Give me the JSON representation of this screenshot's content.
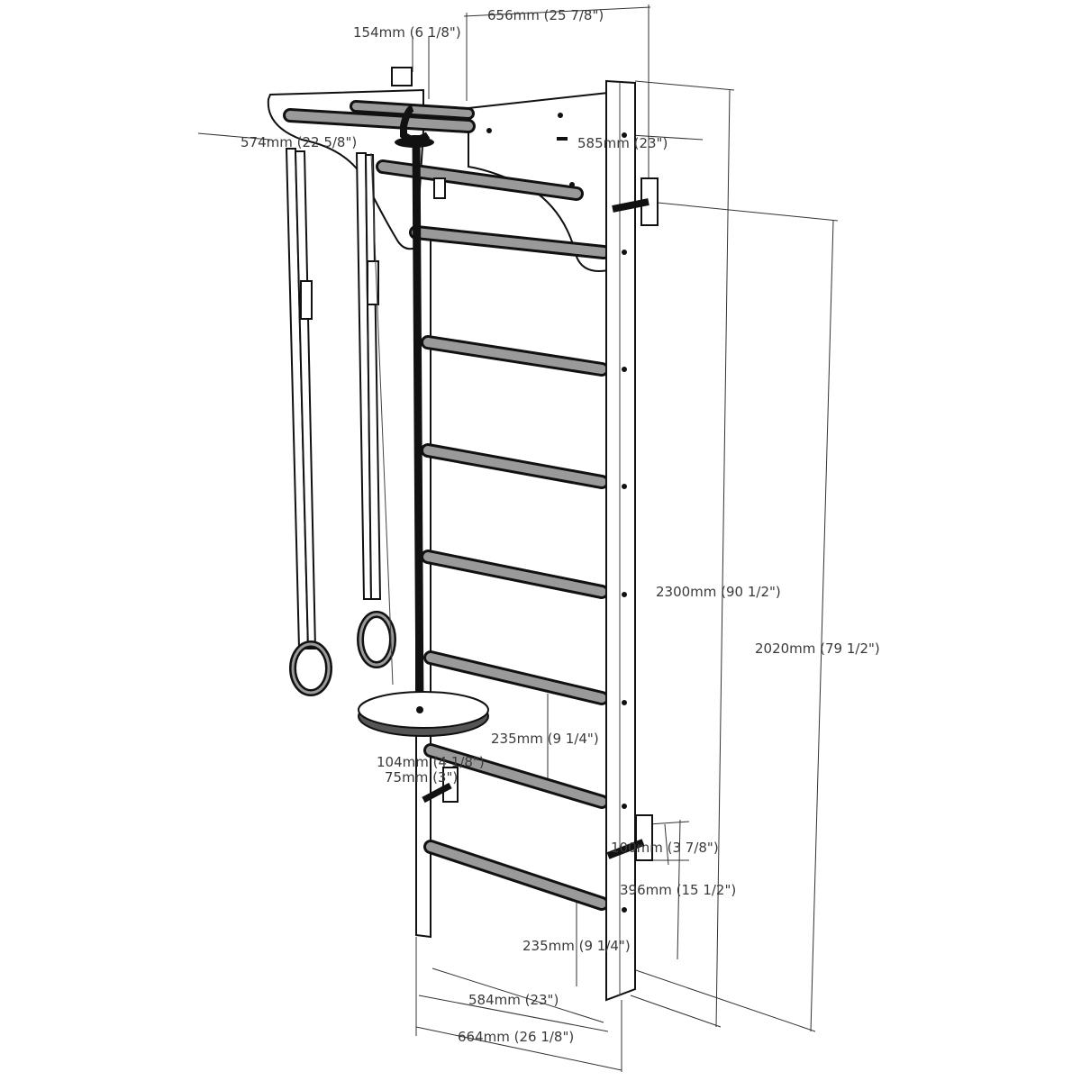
{
  "dimensions": {
    "d154": "154mm (6 1/8\")",
    "d656": "656mm (25 7/8\")",
    "d574": "574mm (22 5/8\")",
    "d585": "585mm (23\")",
    "d2300": "2300mm (90 1/2\")",
    "d2020": "2020mm (79 1/2\")",
    "d235_upper": "235mm (9 1/4\")",
    "d104": "104mm (4 1/8\")",
    "d75": "75mm (3\")",
    "d100": "100mm (3 7/8\")",
    "d396": "396mm (15 1/2\")",
    "d235_lower": "235mm (9 1/4\")",
    "d584": "584mm (23\")",
    "d664": "664mm (26 1/8\")"
  }
}
